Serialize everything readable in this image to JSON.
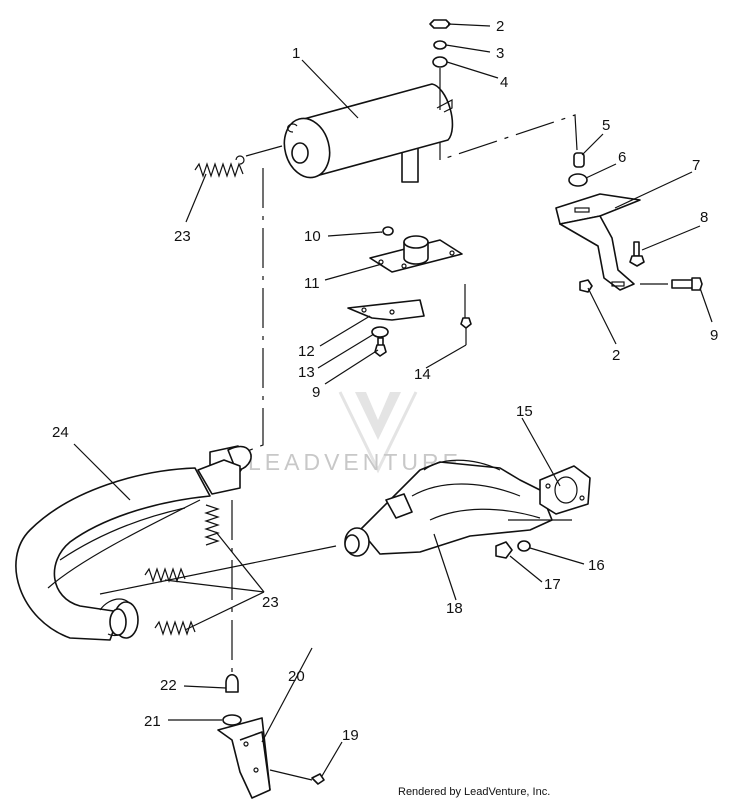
{
  "callouts": [
    {
      "id": "c1",
      "text": "1"
    },
    {
      "id": "c2a",
      "text": "2"
    },
    {
      "id": "c3",
      "text": "3"
    },
    {
      "id": "c4",
      "text": "4"
    },
    {
      "id": "c5",
      "text": "5"
    },
    {
      "id": "c6",
      "text": "6"
    },
    {
      "id": "c7",
      "text": "7"
    },
    {
      "id": "c8",
      "text": "8"
    },
    {
      "id": "c9a",
      "text": "9"
    },
    {
      "id": "c2b",
      "text": "2"
    },
    {
      "id": "c10",
      "text": "10"
    },
    {
      "id": "c11",
      "text": "11"
    },
    {
      "id": "c12",
      "text": "12"
    },
    {
      "id": "c13",
      "text": "13"
    },
    {
      "id": "c9b",
      "text": "9"
    },
    {
      "id": "c14",
      "text": "14"
    },
    {
      "id": "c15",
      "text": "15"
    },
    {
      "id": "c16",
      "text": "16"
    },
    {
      "id": "c17",
      "text": "17"
    },
    {
      "id": "c18",
      "text": "18"
    },
    {
      "id": "c19",
      "text": "19"
    },
    {
      "id": "c20",
      "text": "20"
    },
    {
      "id": "c21",
      "text": "21"
    },
    {
      "id": "c22",
      "text": "22"
    },
    {
      "id": "c23a",
      "text": "23"
    },
    {
      "id": "c23b",
      "text": "23"
    },
    {
      "id": "c24",
      "text": "24"
    }
  ],
  "watermark": {
    "text": "LEADVENTURE"
  },
  "footer": {
    "text": "Rendered by LeadVenture, Inc."
  }
}
